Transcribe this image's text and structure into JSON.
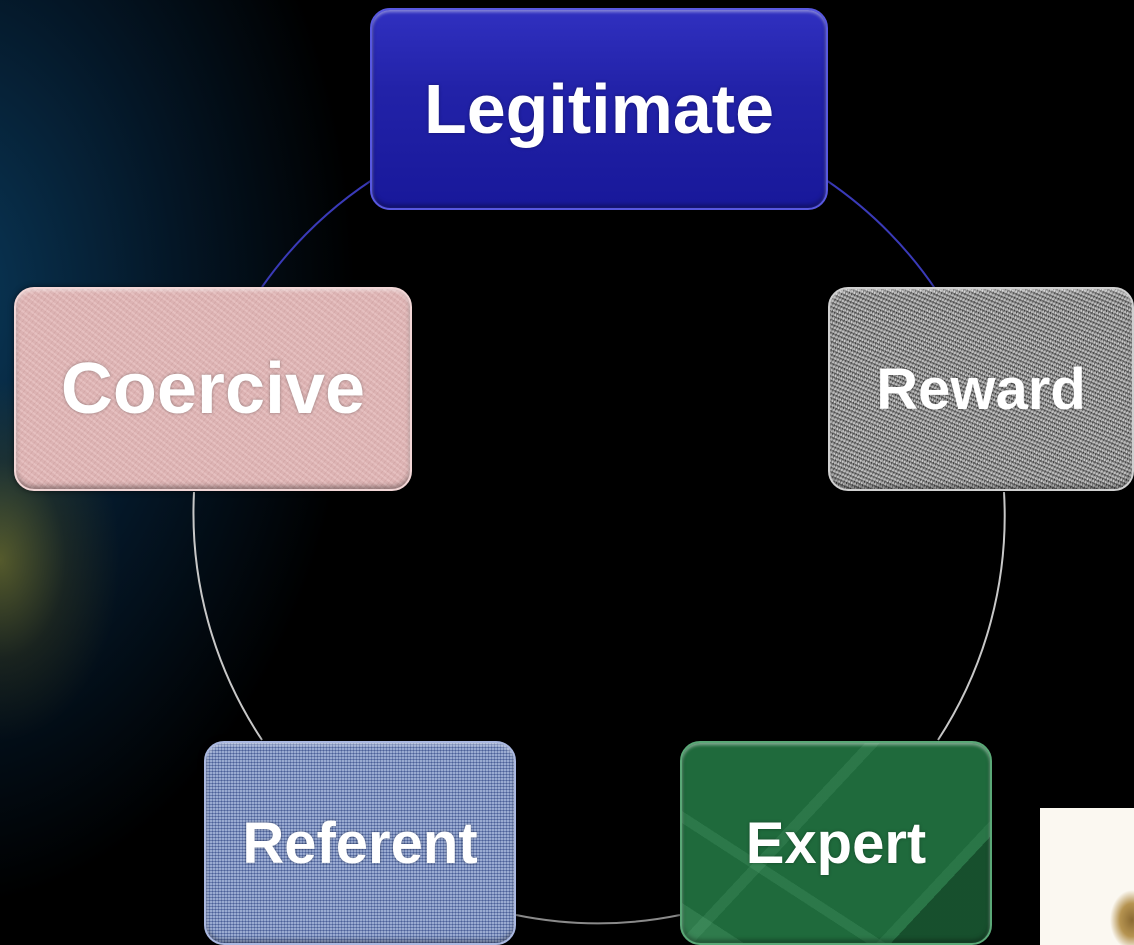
{
  "diagram": {
    "nodes": [
      {
        "id": "legitimate",
        "label": "Legitimate",
        "color": "#2222a8"
      },
      {
        "id": "coercive",
        "label": "Coercive",
        "color": "#e1b5b5"
      },
      {
        "id": "reward",
        "label": "Reward",
        "color": "#9a9a9a"
      },
      {
        "id": "referent",
        "label": "Referent",
        "color": "#7c92c4"
      },
      {
        "id": "expert",
        "label": "Expert",
        "color": "#1f6a3c"
      }
    ],
    "cycle_order": [
      "legitimate",
      "reward",
      "expert",
      "referent",
      "coercive"
    ],
    "connector_colors": {
      "legitimate": "#3a3ab8",
      "other": "#c8c8c8"
    }
  }
}
